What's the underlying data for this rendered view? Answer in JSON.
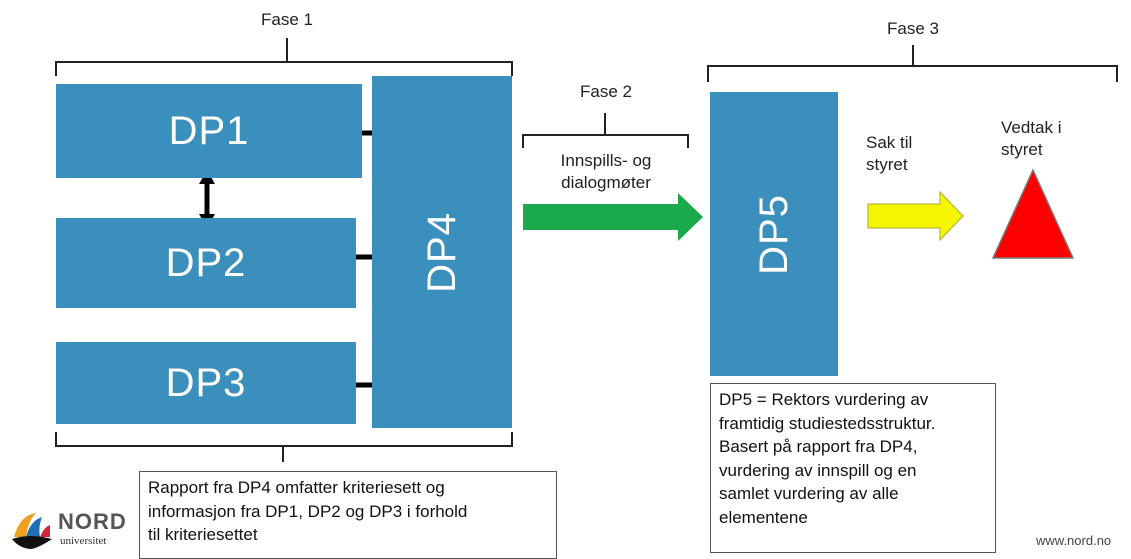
{
  "phases": {
    "phase1": "Fase 1",
    "phase2": "Fase 2",
    "phase3": "Fase 3"
  },
  "boxes": {
    "dp1": "DP1",
    "dp2": "DP2",
    "dp3": "DP3",
    "dp4": "DP4",
    "dp5": "DP5"
  },
  "flow": {
    "meetings_line1": "Innspills- og",
    "meetings_line2": "dialogmøter",
    "board_case_line1": "Sak til",
    "board_case_line2": "styret",
    "decision_line1": "Vedtak i",
    "decision_line2": "styret"
  },
  "notes": {
    "report": [
      "Rapport fra DP4 omfatter kriteriesett og",
      "informasjon fra DP1, DP2 og DP3 i forhold",
      "til kriteriesettet"
    ],
    "dp5": [
      "DP5 = Rektors vurdering av",
      "framtidig studiestedsstruktur.",
      "Basert på rapport fra DP4,",
      "vurdering av innspill og en",
      "samlet vurdering av alle",
      "elementene"
    ]
  },
  "footer": {
    "logo_text": "NORD",
    "logo_subtext": "universitet",
    "website": "www.nord.no"
  },
  "colors": {
    "box": "#3a8fbd",
    "green_arrow": "#1aaa4b",
    "yellow_arrow": "#f5f500",
    "red_triangle": "#ff0000"
  }
}
